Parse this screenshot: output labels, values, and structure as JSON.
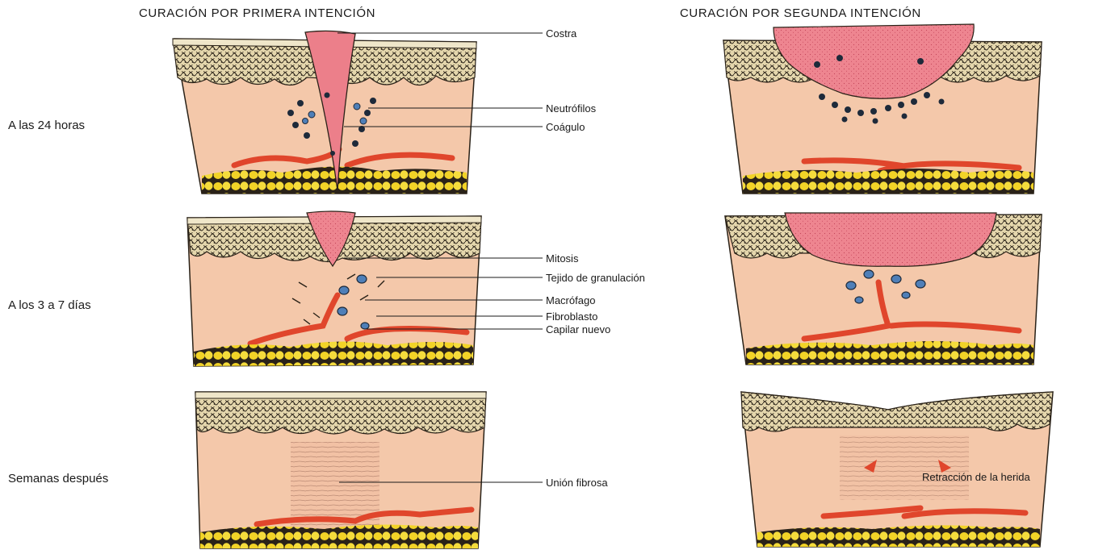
{
  "headers": {
    "first_intention": "CURACIÓN POR PRIMERA INTENCIÓN",
    "second_intention": "CURACIÓN POR SEGUNDA INTENCIÓN"
  },
  "rows": {
    "row1": "A las 24 horas",
    "row2": "A los 3 a 7 días",
    "row3": "Semanas después"
  },
  "labels": {
    "costra": "Costra",
    "neutrofilos": "Neutrófilos",
    "coagulo": "Coágulo",
    "mitosis": "Mitosis",
    "tejido": "Tejido de granulación",
    "macrofago": "Macrófago",
    "fibroblasto": "Fibroblasto",
    "capilar": "Capilar nuevo",
    "union": "Unión fibrosa",
    "retraccion": "Retracción de la herida"
  },
  "colors": {
    "dermis": "#f3c7a8",
    "epidermis": "#d9c9a0",
    "scab": "#ec7f8a",
    "vessel": "#e0462c",
    "fat": "#f0d22a",
    "neutrophil": "#1e2a3a",
    "macrophage": "#4f7fb8"
  }
}
